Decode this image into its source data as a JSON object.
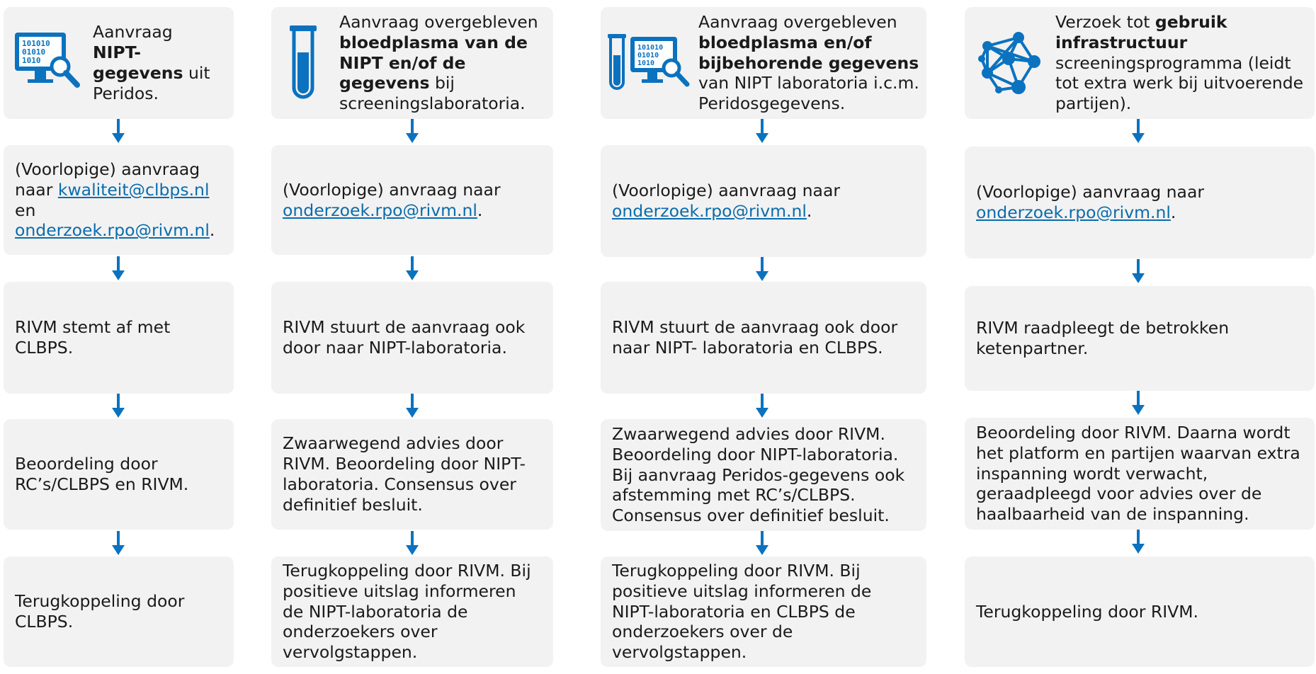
{
  "colors": {
    "box": "#f2f2f2",
    "arrow": "#0b72bf",
    "icon": "#0b72bf",
    "link": "#0b6cab"
  },
  "col1": {
    "icon": "computer-search-icon",
    "head": {
      "t1": "Aanvraag",
      "b1": "NIPT-gegevens",
      "t2": "uit Peridos."
    },
    "step1": {
      "t1": "(Voorlopige) aanvraag naar",
      "link1": "kwaliteit@clbps.nl",
      "t2": "en",
      "link2": "onderzoek.rpo@rivm.nl",
      "t3": "."
    },
    "step2": "RIVM stemt af met CLBPS.",
    "step3": "Beoordeling door RC’s/CLBPS en RIVM.",
    "step4": "Terugkoppeling door CLBPS."
  },
  "col2": {
    "icon": "test-tube-icon",
    "head": {
      "t1": "Aanvraag overgebleven",
      "b1": "bloedplasma van de NIPT en/of de gegevens",
      "t2": "bij screeningslaboratoria."
    },
    "step1": {
      "t1": "(Voorlopige) anvraag naar",
      "link1": "onderzoek.rpo@rivm.nl",
      "t2": "."
    },
    "step2": "RIVM stuurt de aanvraag ook door naar NIPT-laboratoria.",
    "step3": "Zwaarwegend advies door RIVM. Beoordeling door NIPT-laboratoria. Consensus over definitief besluit.",
    "step4": "Terugkoppeling door RIVM. Bij positieve uitslag informeren de NIPT-laboratoria de onderzoekers over vervolgstappen."
  },
  "col3": {
    "icon": "test-tube-computer-search-icon",
    "head": {
      "t1": "Aanvraag overgebleven",
      "b1": "bloedplasma en/of bijbehorende gegevens",
      "t2": "van NIPT laboratoria i.c.m. Peridosgegevens."
    },
    "step1": {
      "t1": "(Voorlopige) aanvraag naar",
      "link1": "onderzoek.rpo@rivm.nl",
      "t2": "."
    },
    "step2": "RIVM stuurt de aanvraag ook door naar NIPT- laboratoria en CLBPS.",
    "step3": "Zwaarwegend advies door RIVM. Beoordeling door NIPT-laboratoria. Bij aanvraag Peridos-gegevens ook afstemming met RC’s/CLBPS. Consensus over definitief besluit.",
    "step4": "Terugkoppeling door RIVM. Bij positieve uitslag informeren de NIPT-laboratoria en CLBPS de onderzoekers over de vervolgstappen."
  },
  "col4": {
    "icon": "network-icon",
    "head": {
      "t1": "Verzoek tot",
      "b1": "gebruik infrastructuur",
      "t2": "screeningsprogramma (leidt tot extra werk bij uitvoerende partijen)."
    },
    "step1": {
      "t1": "(Voorlopige) aanvraag naar",
      "link1": "onderzoek.rpo@rivm.nl",
      "t2": "."
    },
    "step2": "RIVM raadpleegt de betrokken ketenpartner.",
    "step3": "Beoordeling door RIVM. Daarna wordt het platform en partijen waarvan extra inspanning wordt verwacht, geraadpleegd voor advies over de haalbaarheid van de inspanning.",
    "step4": "Terugkoppeling door RIVM."
  }
}
